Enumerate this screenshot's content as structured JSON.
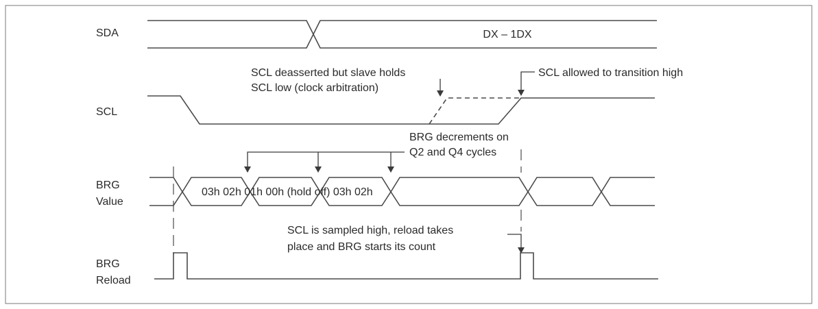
{
  "signals": {
    "sda": "SDA",
    "scl": "SCL",
    "brg_value_line1": "BRG",
    "brg_value_line2": "Value",
    "brg_reload_line1": "BRG",
    "brg_reload_line2": "Reload"
  },
  "bus_values": {
    "sda_data": "DX – 1DX",
    "brg_sequence": "03h 02h 01h 00h (hold off) 03h 02h"
  },
  "annotations": {
    "clock_arbitration_line1": "SCL deasserted but slave holds",
    "clock_arbitration_line2": "SCL low (clock arbitration)",
    "allowed_high": "SCL allowed to transition high",
    "brg_decrements_line1": "BRG decrements on",
    "brg_decrements_line2": "Q2 and Q4 cycles",
    "sampled_high_line1": "SCL is sampled high, reload takes",
    "sampled_high_line2": "place and BRG starts its count"
  },
  "colors": {
    "waveform": "#4a4a4a",
    "text": "#2a2a2a",
    "frame": "#7a7a7a"
  }
}
